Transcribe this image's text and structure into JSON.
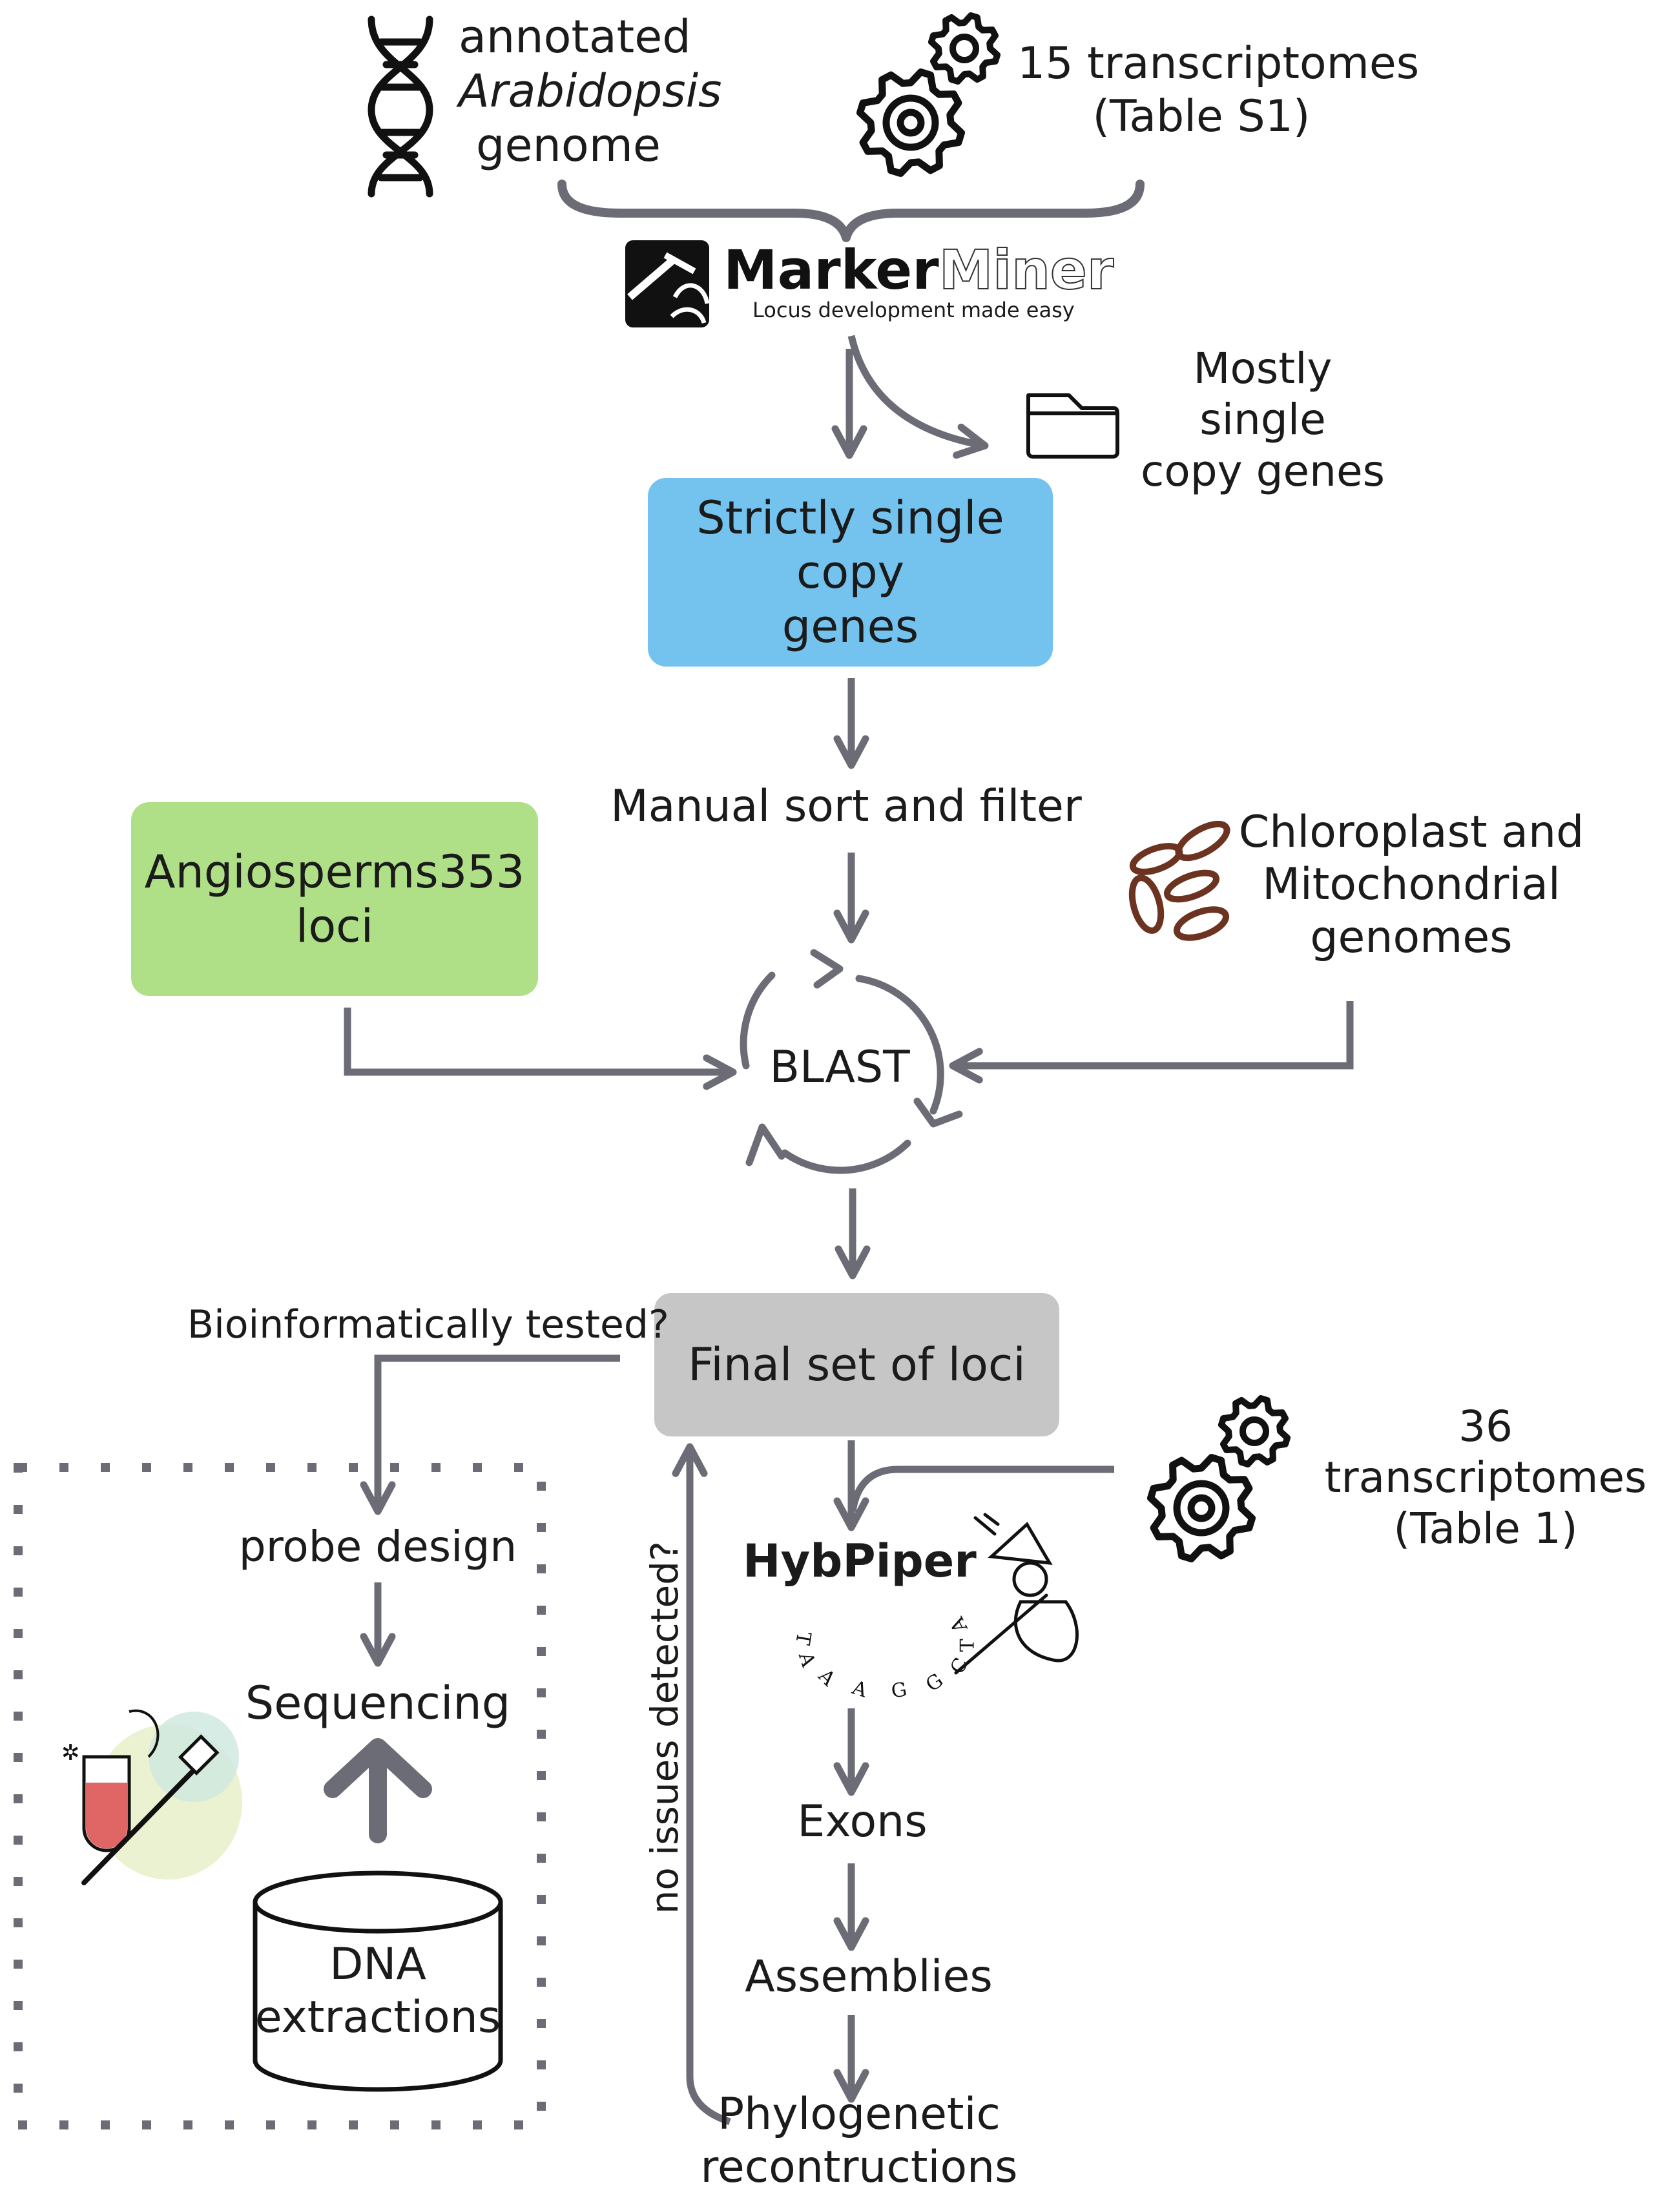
{
  "inputs": {
    "genome_line1": "annotated",
    "genome_line2": "Arabidopsis",
    "genome_line3": "genome",
    "transcriptomes_top_line1": "15 transcriptomes",
    "transcriptomes_top_line2": "(Table S1)"
  },
  "markerminer": {
    "name_bold": "Marker",
    "name_outline": "Miner",
    "tagline": "Locus development made easy"
  },
  "mostly_single_copy": "Mostly single\ncopy genes",
  "strictly_single_copy": "Strictly single copy\ngenes",
  "manual_sort": "Manual sort and filter",
  "angiosperms": "Angiosperms353\nloci",
  "organelle": "Chloroplast and\nMitochondrial\ngenomes",
  "blast": "BLAST",
  "final_set": "Final set of loci",
  "bioinformatically_tested": "Bioinformatically tested?",
  "transcriptomes_bottom": "36 transcriptomes\n(Table 1)",
  "hybpiper": {
    "name": "HybPiper",
    "sequence_letters": [
      "T",
      "A",
      "A",
      "A",
      "G",
      "G",
      "C",
      "T",
      "A"
    ]
  },
  "probe_design": "probe design",
  "sequencing": "Sequencing",
  "dna_extractions": "DNA\nextractions",
  "no_issues": "no issues detected?",
  "exons": "Exons",
  "assemblies": "Assemblies",
  "phylogenetic": "Phylogenetic\nrecontructions",
  "colors": {
    "arrow": "#6b6c76",
    "strictly_box": "#74c3ef",
    "angiosperms_box": "#afdf86",
    "final_box": "#c6c6c6",
    "organelle": "#6b3320",
    "tube_red": "#e06565"
  }
}
